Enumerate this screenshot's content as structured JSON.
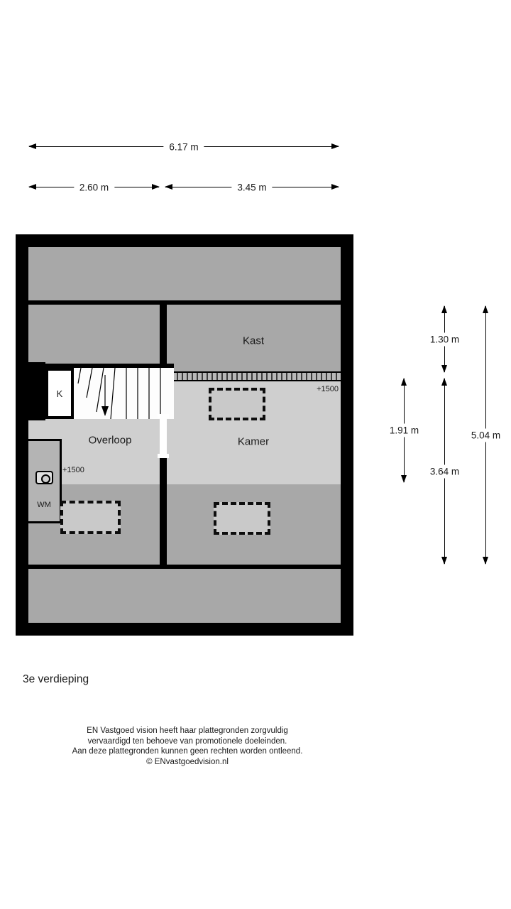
{
  "title": "3e verdieping",
  "dims": {
    "total_width": "6.17 m",
    "left_width": "2.60 m",
    "right_width": "3.45 m",
    "kast_depth": "1.30 m",
    "kamer_band": "1.91 m",
    "lower_depth": "3.64 m",
    "total_depth": "5.04 m"
  },
  "rooms": {
    "kast": "Kast",
    "kamer": "Kamer",
    "overloop": "Overloop",
    "closet": "K",
    "washer": "WM"
  },
  "markers": {
    "kamer_height": "+1500",
    "overloop_height": "+1500"
  },
  "footer": {
    "line1": "EN Vastgoed vision heeft haar plattegronden zorgvuldig",
    "line2": "vervaardigd ten behoeve van promotionele doeleinden.",
    "line3": "Aan deze plattegronden kunnen geen rechten worden ontleend.",
    "line4": "© ENvastgoedvision.nl"
  },
  "colors": {
    "wall": "#000000",
    "low_ceiling_area": "#a8a8a8",
    "room_area": "#cfcfcf",
    "background": "#ffffff"
  }
}
